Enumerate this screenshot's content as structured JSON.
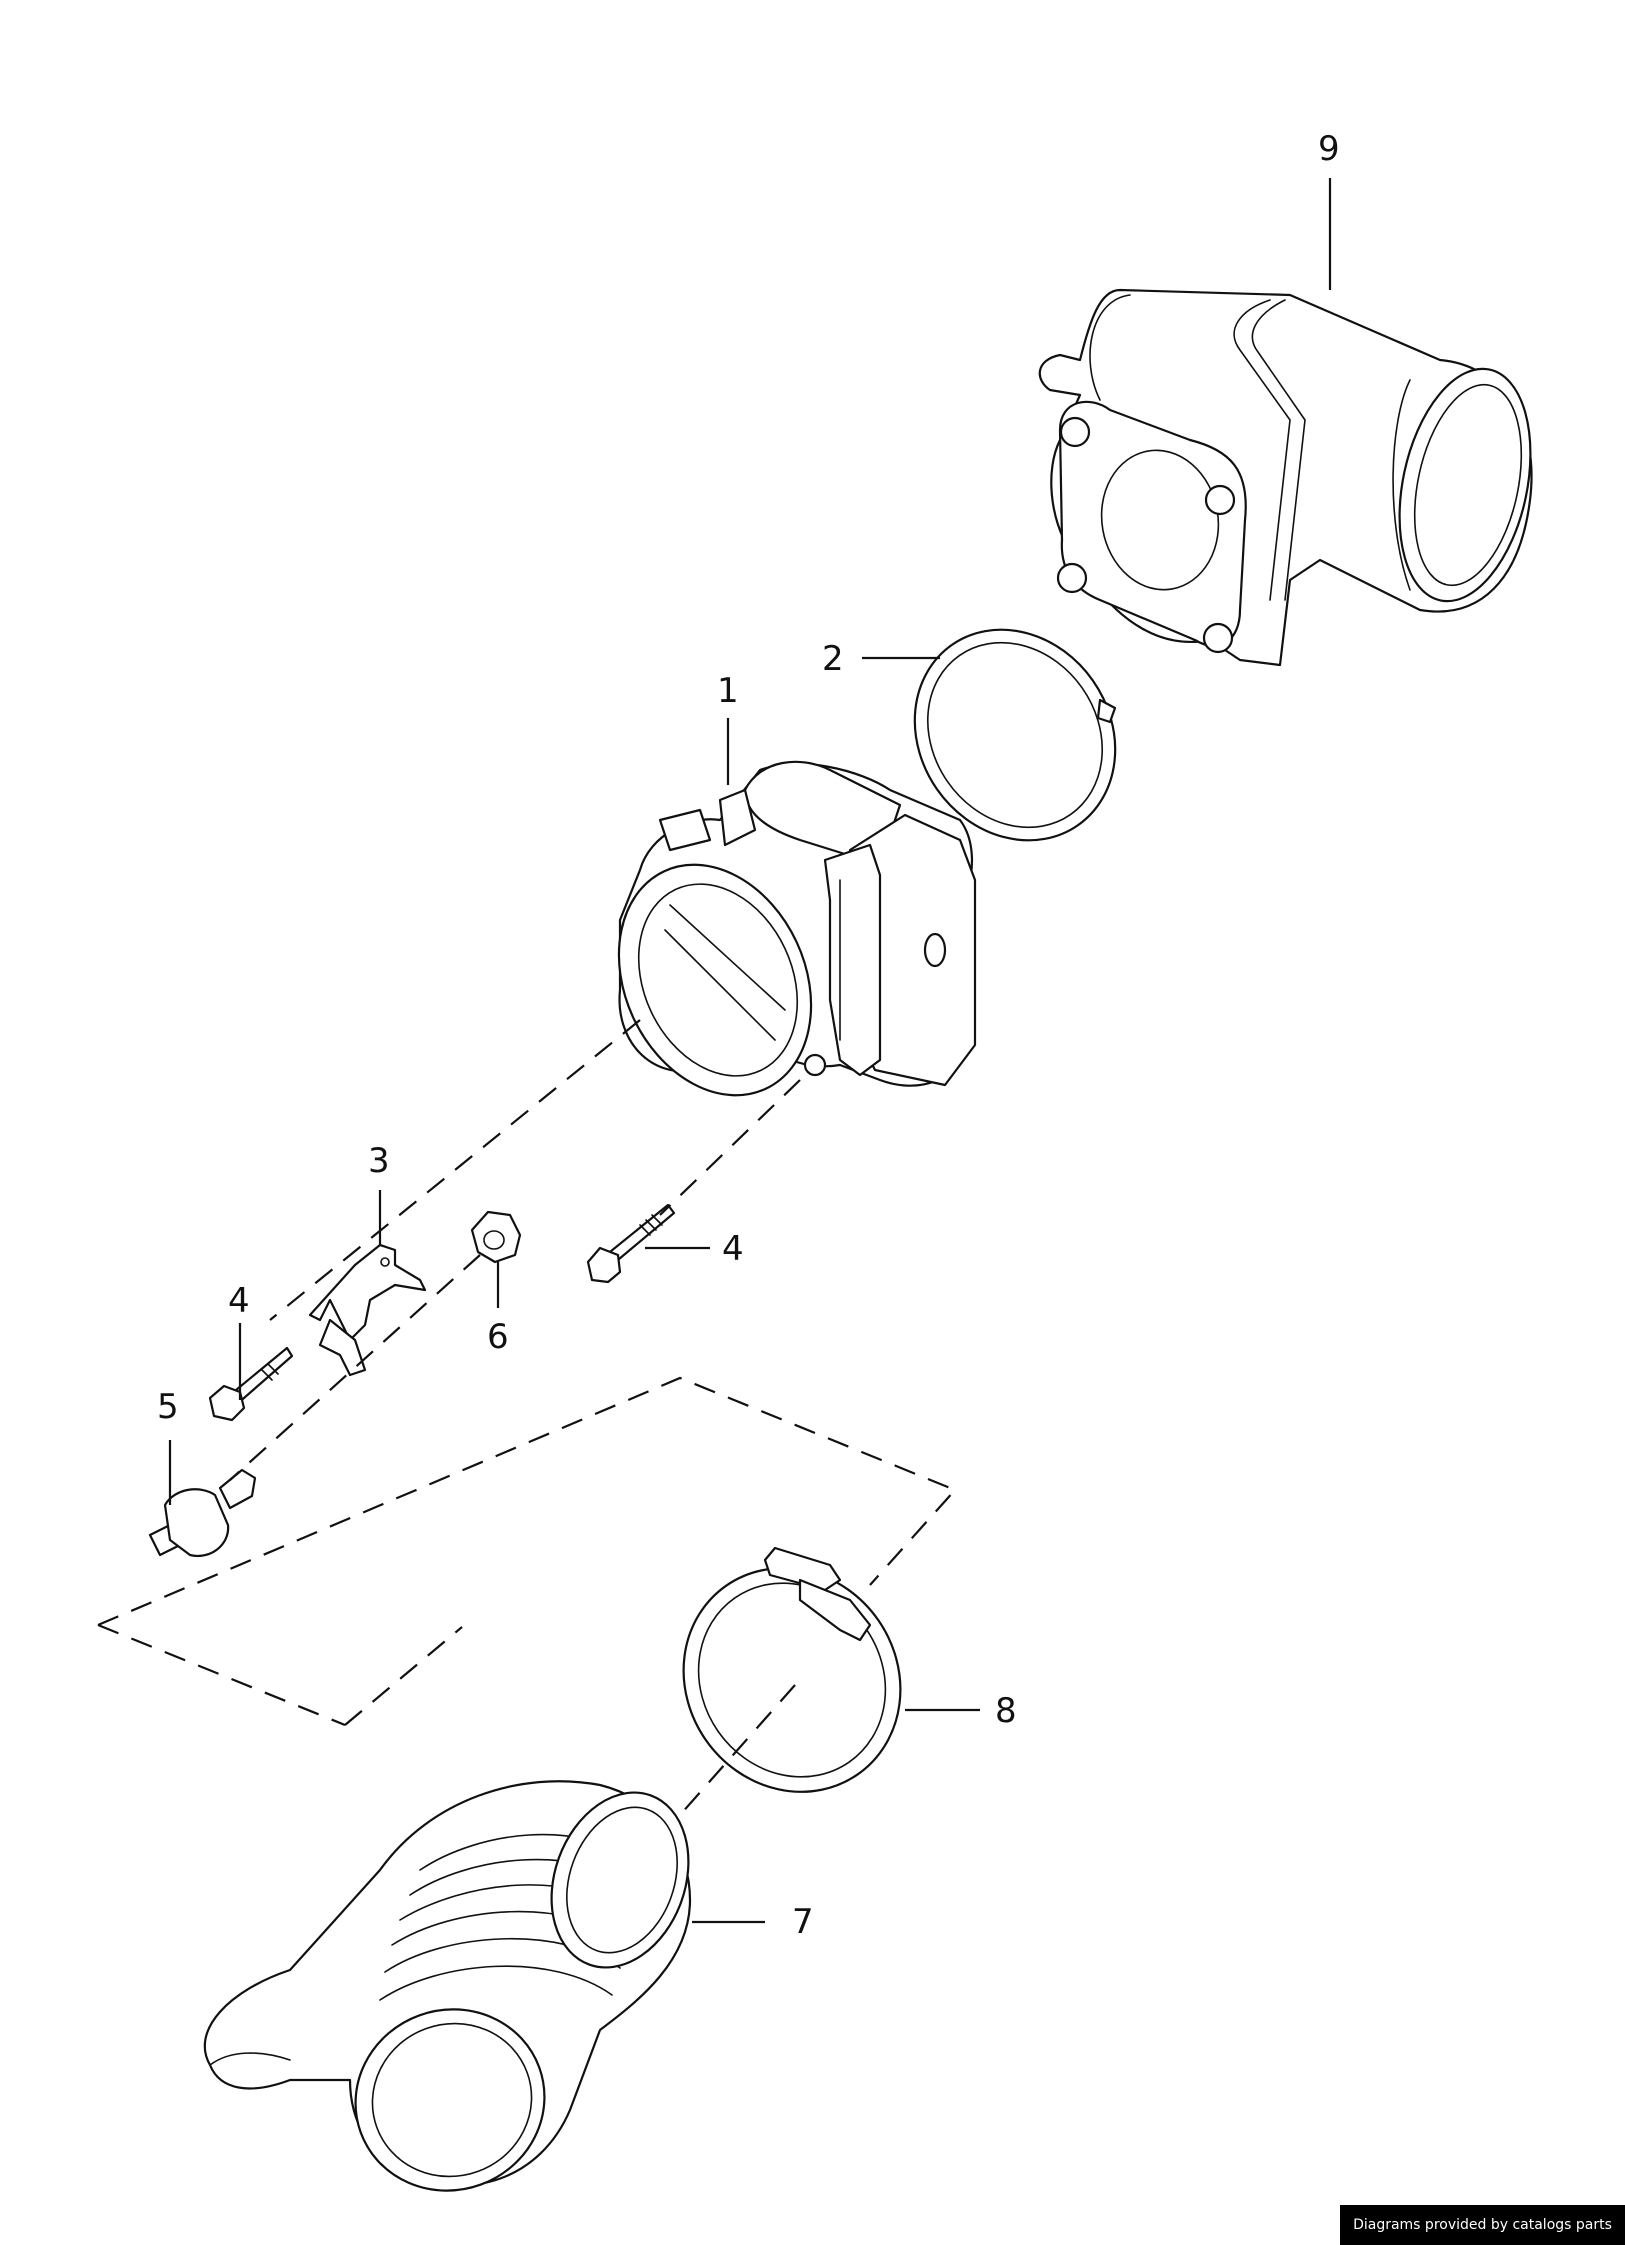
{
  "callouts": [
    {
      "id": "1",
      "label": "1"
    },
    {
      "id": "2",
      "label": "2"
    },
    {
      "id": "3",
      "label": "3"
    },
    {
      "id": "4a",
      "label": "4"
    },
    {
      "id": "4b",
      "label": "4"
    },
    {
      "id": "5",
      "label": "5"
    },
    {
      "id": "6",
      "label": "6"
    },
    {
      "id": "7",
      "label": "7"
    },
    {
      "id": "8",
      "label": "8"
    },
    {
      "id": "9",
      "label": "9"
    }
  ],
  "footer": {
    "text": "Diagrams provided by catalogs parts"
  }
}
